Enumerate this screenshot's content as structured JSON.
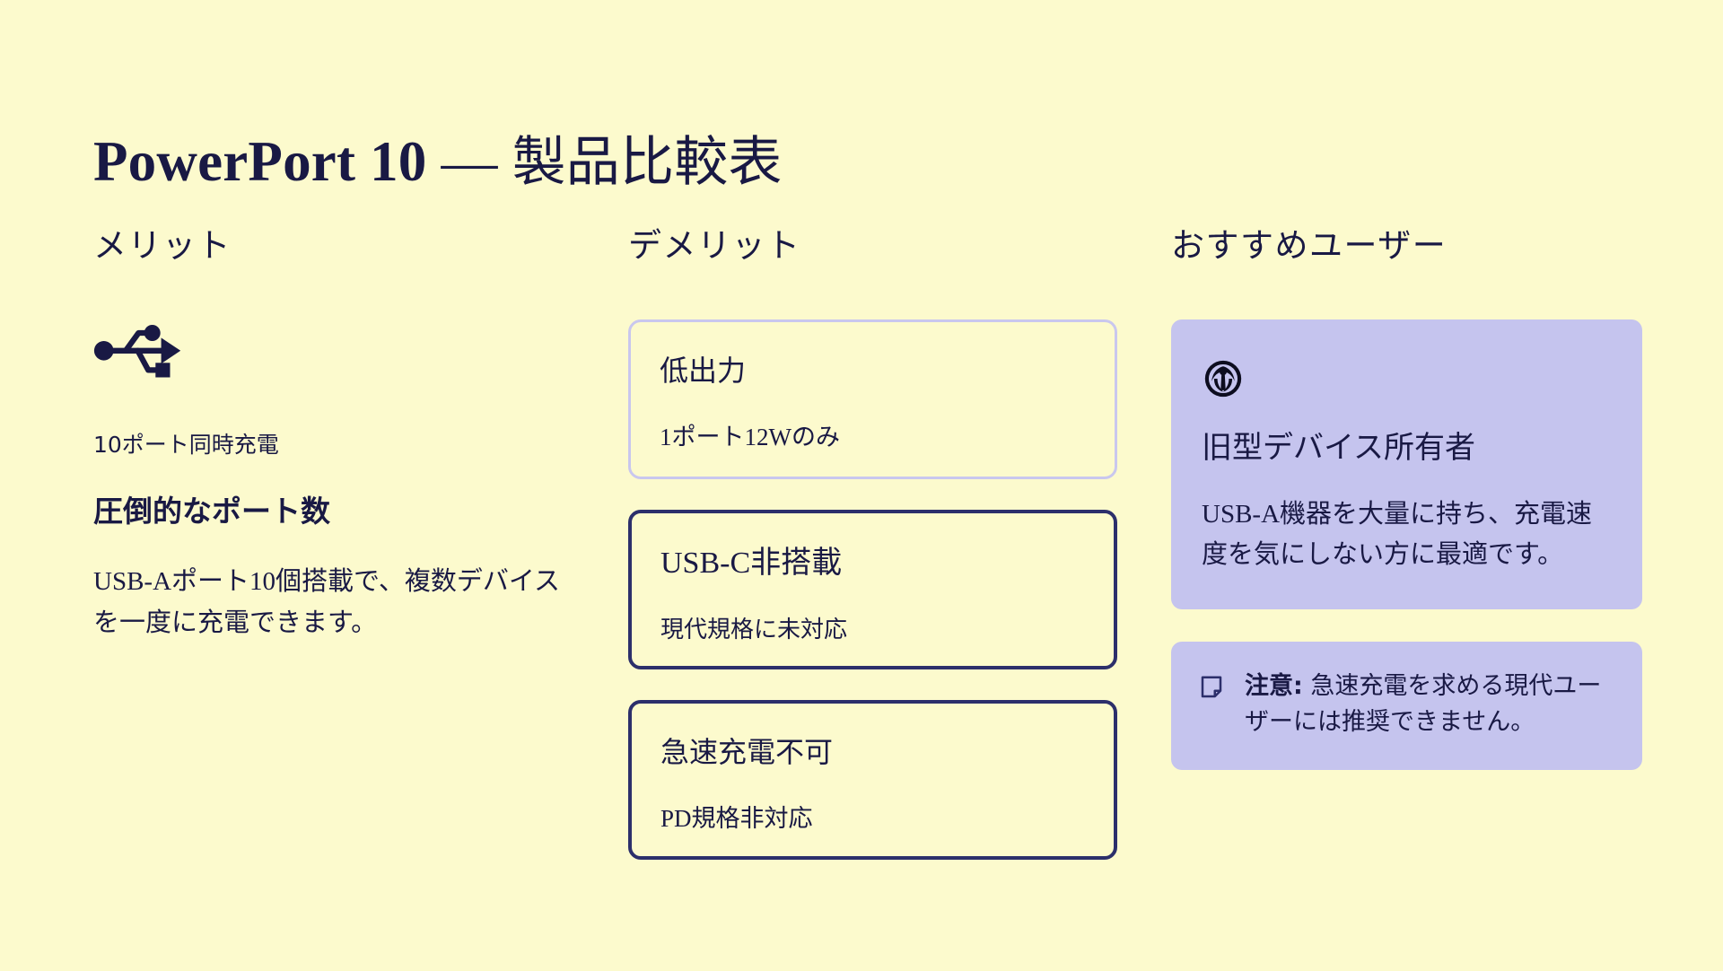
{
  "theme": {
    "background": "#FCFACD",
    "ink": "#191944",
    "panel_fill": "#C5C4EE",
    "card_border_soft": "#C9C7EE",
    "card_border_strong": "#2C2F6B"
  },
  "title": {
    "product": "PowerPort 10",
    "dash": "—",
    "subject": "製品比較表"
  },
  "merit": {
    "heading": "メリット",
    "icon": "usb-icon",
    "kicker": "10ポート同時充電",
    "title": "圧倒的なポート数",
    "body": "USB-Aポート10個搭載で、複数デバイスを一度に充電できます。"
  },
  "demerit": {
    "heading": "デメリット",
    "cards": [
      {
        "title": "低出力",
        "subtitle": "1ポート12Wのみ",
        "border": "soft",
        "title_font": "sans",
        "subtitle_font": "serif"
      },
      {
        "title": "USB-C非搭載",
        "subtitle": "現代規格に未対応",
        "border": "strong",
        "title_font": "serif",
        "subtitle_font": "sans"
      },
      {
        "title": "急速充電不可",
        "subtitle": "PD規格非対応",
        "border": "strong",
        "title_font": "sans",
        "subtitle_font": "serif"
      }
    ]
  },
  "recommended": {
    "heading": "おすすめユーザー",
    "panel": {
      "emblem": "galactic-republic-emblem-icon",
      "title": "旧型デバイス所有者",
      "body": "USB-A機器を大量に持ち、充電速度を気にしない方に最適です。"
    },
    "note": {
      "icon": "sticky-note-icon",
      "label": "注意:",
      "text": " 急速充電を求める現代ユーザーには推奨できません。"
    }
  }
}
